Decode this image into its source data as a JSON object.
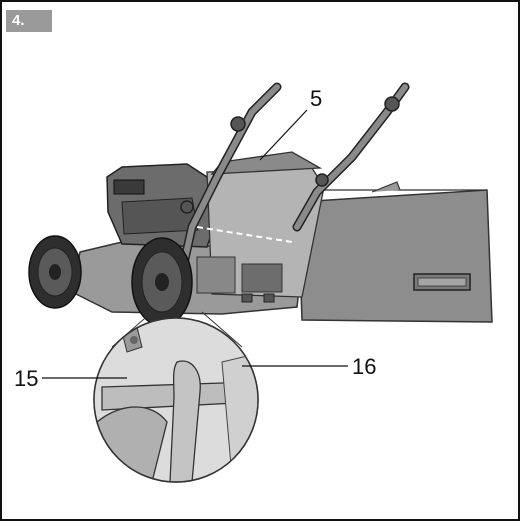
{
  "step": {
    "label": "4."
  },
  "callouts": {
    "handle": "5",
    "left_part": "15",
    "right_part": "16"
  },
  "icons": {
    "illustration": "lawn-mower-grass-bag-attachment"
  }
}
